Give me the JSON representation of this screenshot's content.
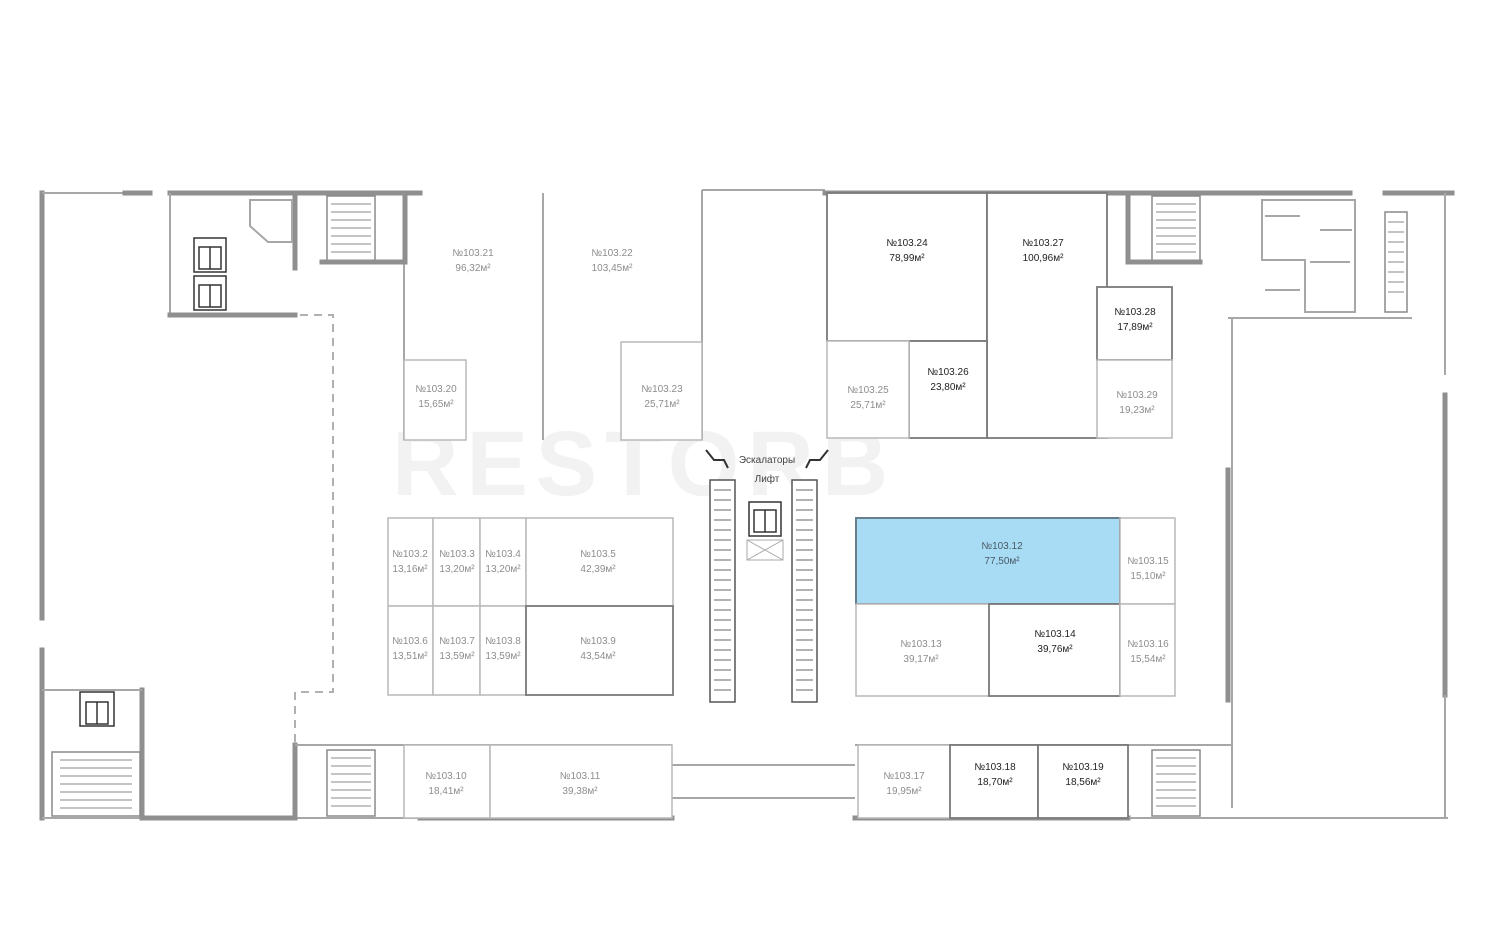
{
  "watermark": "RESTORB",
  "facilities": {
    "escalators": "Эскалаторы",
    "elevator": "Лифт"
  },
  "units": [
    {
      "id": "№103.2",
      "area": "13,16м²",
      "state": "normal"
    },
    {
      "id": "№103.3",
      "area": "13,20м²",
      "state": "normal"
    },
    {
      "id": "№103.4",
      "area": "13,20м²",
      "state": "normal"
    },
    {
      "id": "№103.5",
      "area": "42,39м²",
      "state": "normal"
    },
    {
      "id": "№103.6",
      "area": "13,51м²",
      "state": "normal"
    },
    {
      "id": "№103.7",
      "area": "13,59м²",
      "state": "normal"
    },
    {
      "id": "№103.8",
      "area": "13,59м²",
      "state": "normal"
    },
    {
      "id": "№103.9",
      "area": "43,54м²",
      "state": "normal"
    },
    {
      "id": "№103.10",
      "area": "18,41м²",
      "state": "normal"
    },
    {
      "id": "№103.11",
      "area": "39,38м²",
      "state": "normal"
    },
    {
      "id": "№103.12",
      "area": "77,50м²",
      "state": "selected"
    },
    {
      "id": "№103.13",
      "area": "39,17м²",
      "state": "normal"
    },
    {
      "id": "№103.14",
      "area": "39,76м²",
      "state": "available"
    },
    {
      "id": "№103.15",
      "area": "15,10м²",
      "state": "normal"
    },
    {
      "id": "№103.16",
      "area": "15,54м²",
      "state": "normal"
    },
    {
      "id": "№103.17",
      "area": "19,95м²",
      "state": "normal"
    },
    {
      "id": "№103.18",
      "area": "18,70м²",
      "state": "available"
    },
    {
      "id": "№103.19",
      "area": "18,56м²",
      "state": "available"
    },
    {
      "id": "№103.20",
      "area": "15,65м²",
      "state": "normal"
    },
    {
      "id": "№103.21",
      "area": "96,32м²",
      "state": "normal"
    },
    {
      "id": "№103.22",
      "area": "103,45м²",
      "state": "normal"
    },
    {
      "id": "№103.23",
      "area": "25,71м²",
      "state": "normal"
    },
    {
      "id": "№103.24",
      "area": "78,99м²",
      "state": "available"
    },
    {
      "id": "№103.25",
      "area": "25,71м²",
      "state": "normal"
    },
    {
      "id": "№103.26",
      "area": "23,80м²",
      "state": "available"
    },
    {
      "id": "№103.27",
      "area": "100,96м²",
      "state": "available"
    },
    {
      "id": "№103.28",
      "area": "17,89м²",
      "state": "available"
    },
    {
      "id": "№103.29",
      "area": "19,23м²",
      "state": "normal"
    }
  ],
  "colors": {
    "selected_fill": "#a8dcf4",
    "selected_stroke": "#6a7f8e",
    "wall": "#8f8f8f",
    "muted_text": "#8d8d8d",
    "dark_text": "#222222"
  }
}
